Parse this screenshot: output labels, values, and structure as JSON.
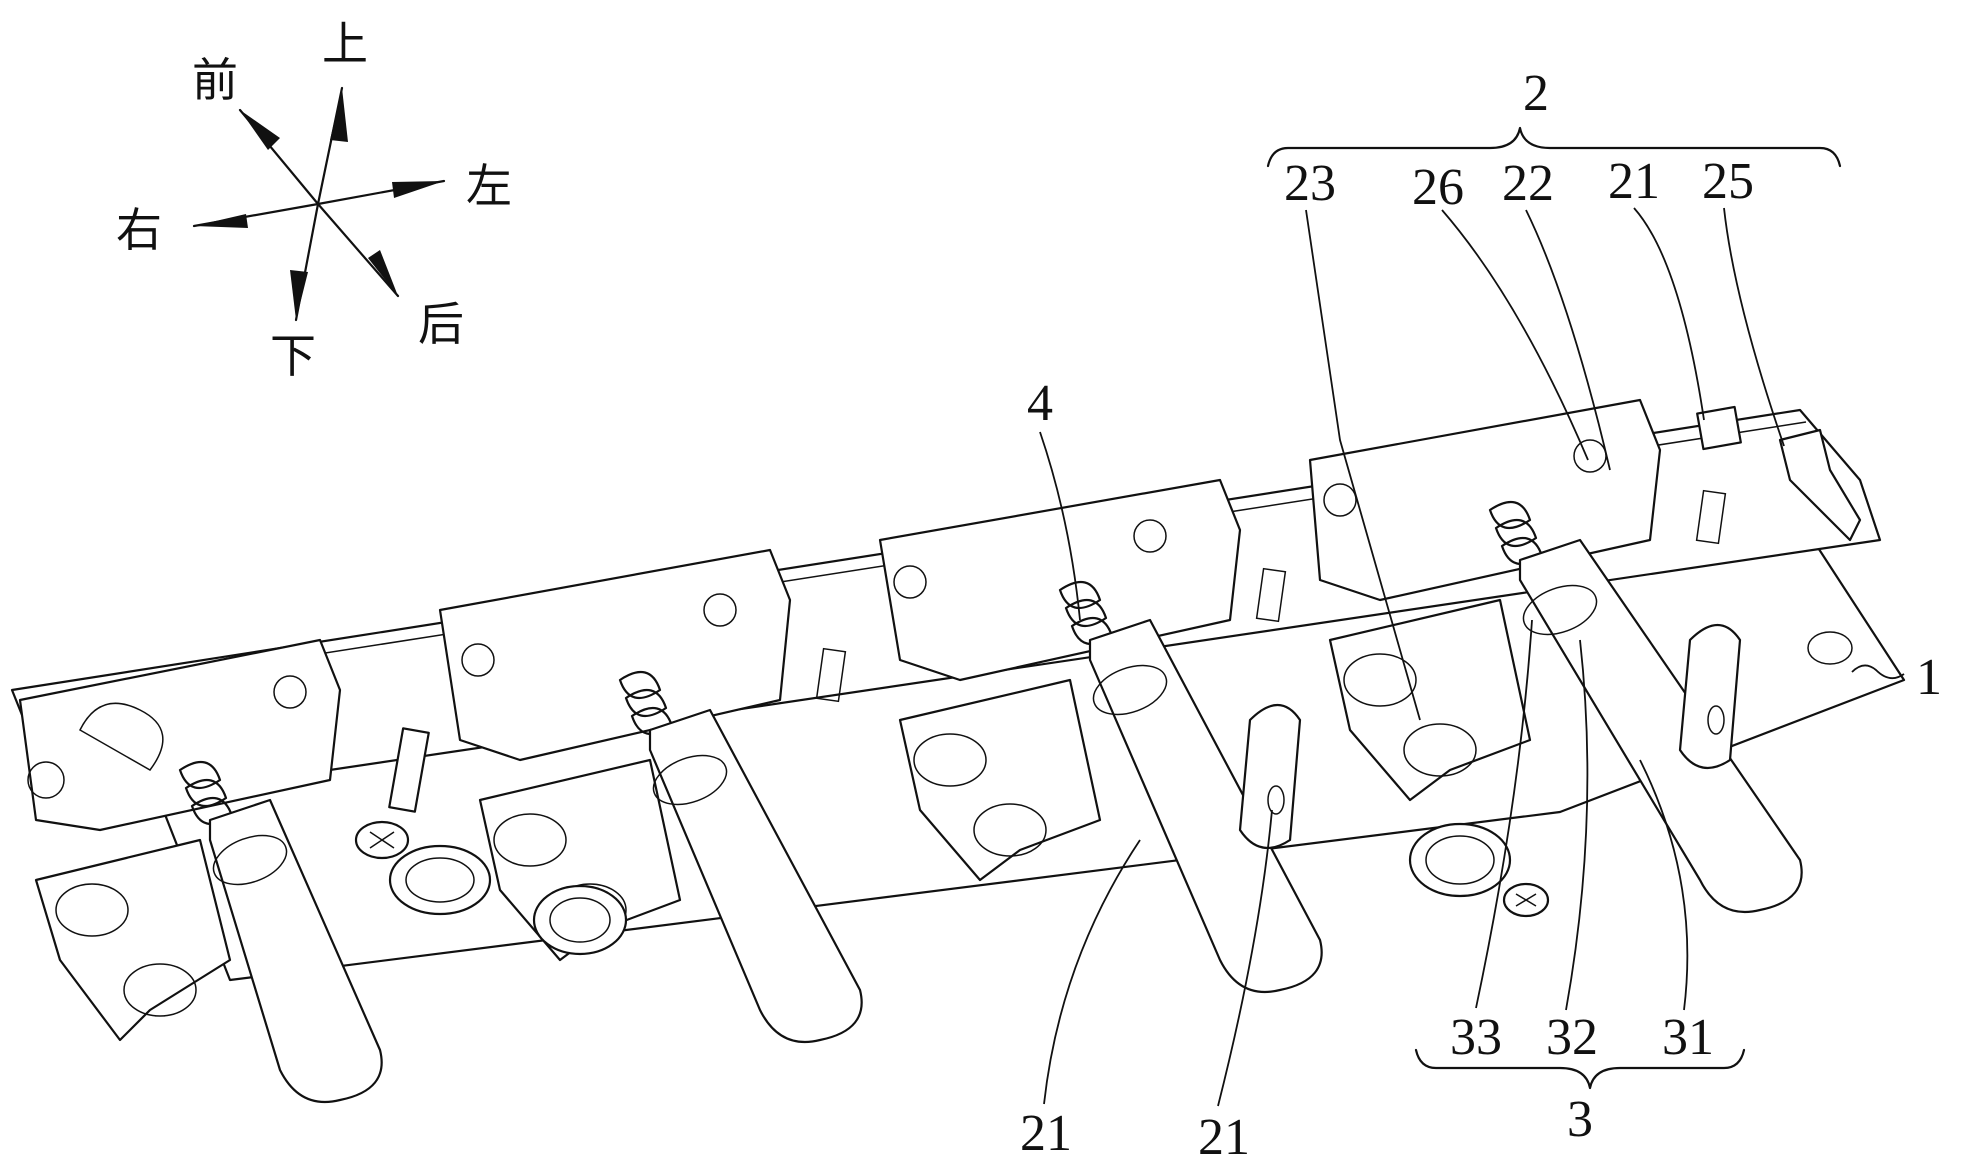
{
  "figure": {
    "type": "patent line drawing",
    "subject": "mechanical assembly with spring-loaded cylinders on a plate"
  },
  "compass": {
    "up": "上",
    "down": "下",
    "front": "前",
    "back": "后",
    "left": "左",
    "right": "右"
  },
  "groups": {
    "group_2": {
      "label": "2",
      "members": [
        "23",
        "26",
        "22",
        "21",
        "25"
      ]
    },
    "group_3": {
      "label": "3",
      "members": [
        "33",
        "32",
        "31"
      ]
    }
  },
  "callouts": {
    "part_1": "1",
    "part_4": "4",
    "part_21_a": "21",
    "part_21_b": "21"
  },
  "colors": {
    "ink": "#111111",
    "background": "#ffffff"
  }
}
